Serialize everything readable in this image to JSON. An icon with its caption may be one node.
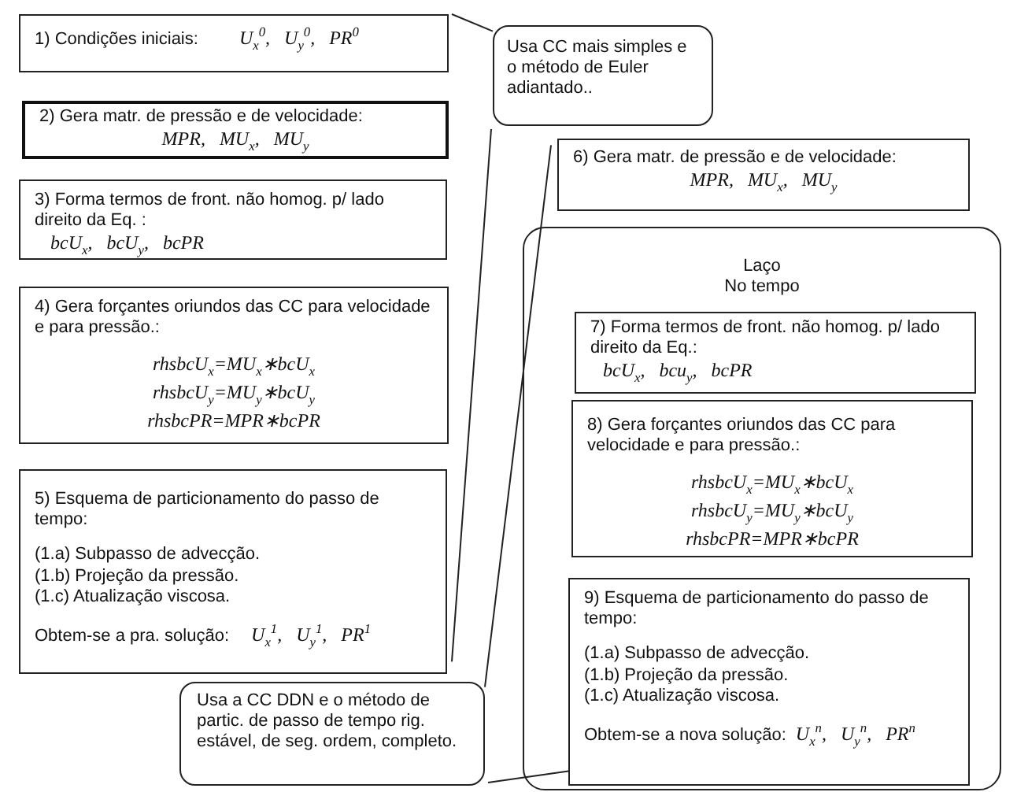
{
  "diagram": {
    "nodes": [
      {
        "text": [
          "1) Condições iniciais:",
          "U$_{x}$$^{0}$,   U$_{y}$$^{0}$,   PR$^{0}$"
        ]
      },
      {
        "text": [
          "2) Gera matr. de pressão e de velocidade:",
          "MPR,   MU$_{x}$,   MU$_{y}$"
        ]
      },
      {
        "text": [
          "3) Forma termos de front. não homog. p/ lado direito da Eq. :",
          "bcU$_{x}$,   bcU$_{y}$,   bcPR"
        ]
      },
      {
        "text": [
          "4) Gera forçantes oriundos das CC para velocidade e para pressão.:",
          "rhsbcU$_{x}$=MU$_{x}$∗bcU$_{x}$",
          "rhsbcU$_{y}$=MU$_{y}$∗bcU$_{y}$",
          "rhsbcPR=MPR∗bcPR"
        ]
      },
      {
        "text": [
          "5) Esquema de particionamento do passo de tempo:",
          "(1.a) Subpasso de advecção.",
          "(1.b) Projeção da pressão.",
          "(1.c) Atualização viscosa.",
          "Obtem-se a pra. solução:",
          "U$_{x}$$^{1}$,   U$_{y}$$^{1}$,   PR$^{1}$"
        ]
      },
      {
        "text": [
          "Usa CC mais simples e o método de Euler adiantado.."
        ]
      },
      {
        "text": [
          "6) Gera matr. de pressão e de velocidade:",
          "MPR,   MU$_{x}$,   MU$_{y}$"
        ]
      },
      {
        "text": [
          "Laço",
          "No tempo"
        ]
      },
      {
        "text": [
          "7) Forma termos de front. não homog. p/ lado direito da Eq.:",
          "bcU$_{x}$,   bcu$_{y}$,   bcPR"
        ],
        "in": 7
      },
      {
        "text": [
          "8) Gera forçantes oriundos das CC para velocidade e para pressão.:",
          "rhsbcU$_{x}$=MU$_{x}$∗bcU$_{x}$",
          "rhsbcU$_{y}$=MU$_{y}$∗bcU$_{y}$",
          "rhsbcPR=MPR∗bcPR"
        ],
        "in": 7
      },
      {
        "text": [
          "9) Esquema de particionamento do passo de tempo:",
          "(1.a) Subpasso de advecção.",
          "(1.b) Projeção da pressão.",
          "(1.c) Atualização viscosa.",
          "Obtem-se a nova solução:",
          "U$_{x}$$^{n}$,   U$_{y}$$^{n}$,   PR$^{n}$"
        ],
        "in": 7
      },
      {
        "text": [
          "Usa a CC DDN e o método de partic. de passo de tempo rig. estável, de seg. ordem, completo."
        ]
      }
    ],
    "edges": [
      {
        "from": 5,
        "to": 0,
        "arrow": "none"
      },
      {
        "from": 5,
        "to": 4,
        "arrow": "none"
      },
      {
        "from": 11,
        "to": 6,
        "arrow": "none"
      },
      {
        "from": 11,
        "to": 10,
        "arrow": "none"
      }
    ]
  }
}
